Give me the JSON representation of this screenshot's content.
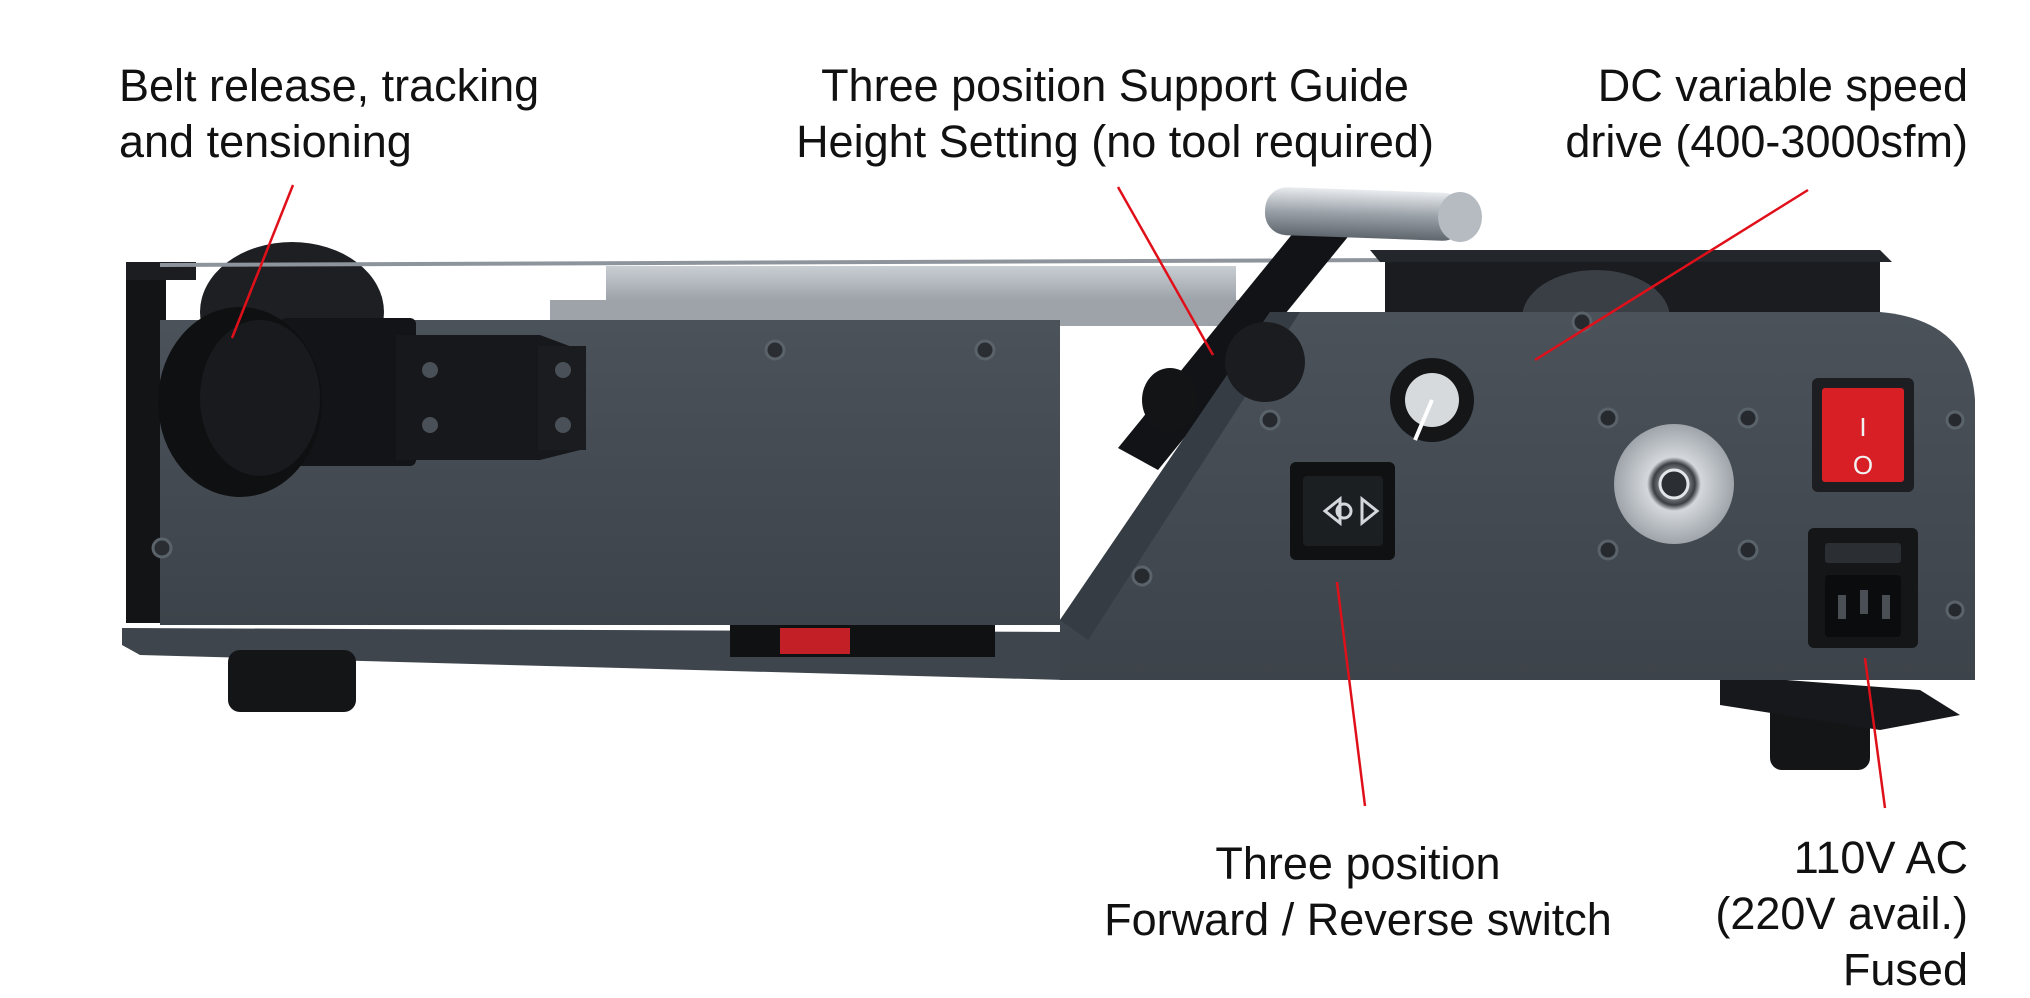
{
  "callouts": {
    "belt": {
      "lines": [
        "Belt release, tracking",
        "and tensioning"
      ]
    },
    "guide": {
      "lines": [
        "Three position Support Guide",
        "Height Setting (no tool required)"
      ]
    },
    "drive": {
      "lines": [
        "DC variable speed",
        "drive (400-3000sfm)"
      ]
    },
    "switch": {
      "lines": [
        "Three position",
        "Forward / Reverse switch"
      ]
    },
    "power": {
      "lines": [
        "110V AC",
        "(220V avail.)",
        "Fused"
      ]
    }
  },
  "colors": {
    "leader_line": "#e0101a",
    "machine_body": "#444b53",
    "machine_dark": "#15171a",
    "rocker_red": "#d81f26"
  },
  "icons": {
    "power_on_symbol": "I",
    "power_off_symbol": "O"
  }
}
